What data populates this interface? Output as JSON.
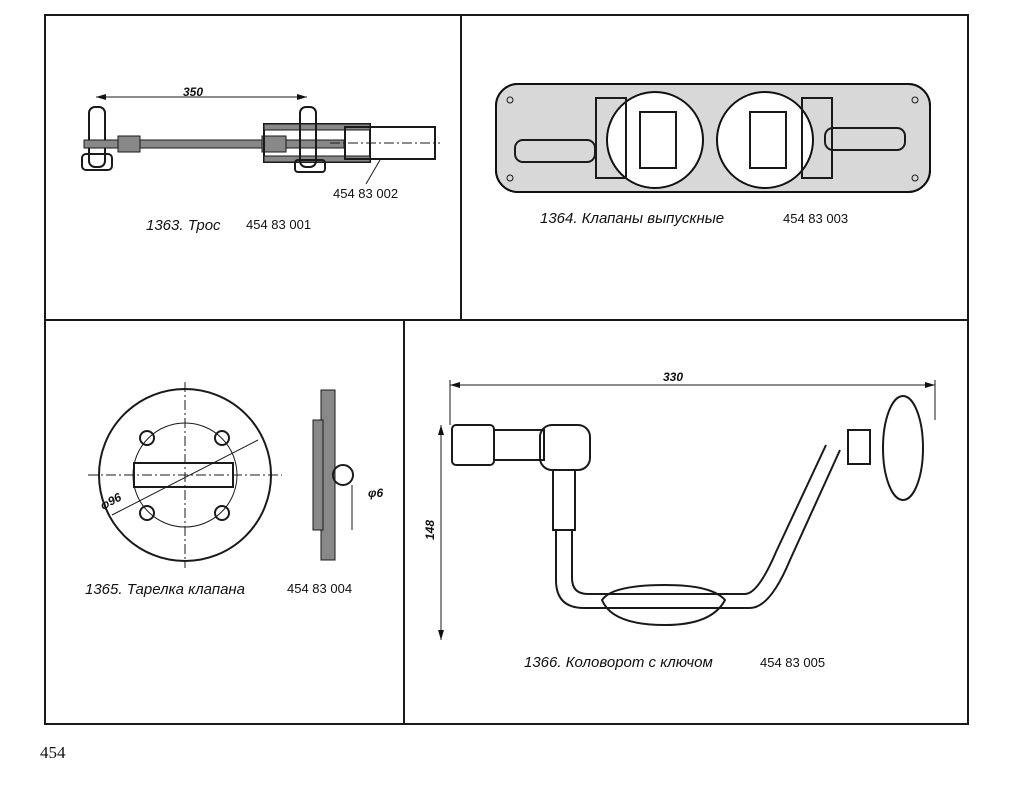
{
  "page_number": "454",
  "figures": [
    {
      "caption": "1363. Трос",
      "code": "454 83 001",
      "dimension": "350",
      "part_code": "454 83 002"
    },
    {
      "caption": "1364. Клапаны выпускные",
      "code": "454 83 003"
    },
    {
      "caption": "1365. Тарелка клапана",
      "code": "454 83 004",
      "diameter_large": "φ96",
      "diameter_small": "φ6"
    },
    {
      "caption": "1366. Коловорот с ключом",
      "code": "454 83 005",
      "dimension_width": "330",
      "dimension_height": "148"
    }
  ]
}
